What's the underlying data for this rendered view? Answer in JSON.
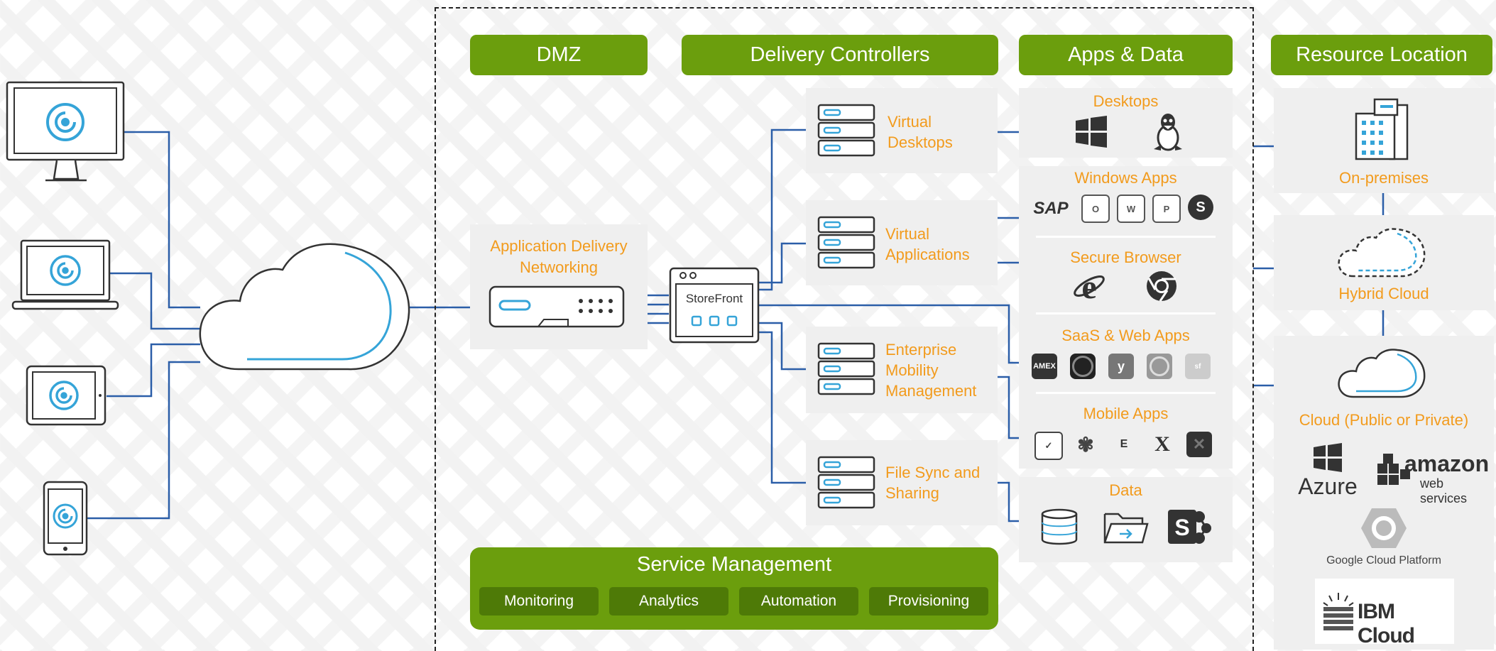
{
  "headers": {
    "dmz": "DMZ",
    "delivery_controllers": "Delivery Controllers",
    "apps_data": "Apps & Data",
    "resource_location": "Resource Location"
  },
  "dmz": {
    "adn_label": "Application Delivery Networking"
  },
  "storefront": {
    "label": "StoreFront"
  },
  "controllers": [
    {
      "label": "Virtual Desktops"
    },
    {
      "label": "Virtual Applications"
    },
    {
      "label": "Enterprise Mobility Management"
    },
    {
      "label": "File Sync and Sharing"
    }
  ],
  "apps": {
    "desktops": "Desktops",
    "windows_apps": "Windows Apps",
    "secure_browser": "Secure Browser",
    "saas_web_apps": "SaaS & Web Apps",
    "mobile_apps": "Mobile Apps",
    "data": "Data",
    "sap_logo": "SAP",
    "amex_logo": "AMEX"
  },
  "resource": {
    "on_premises": "On-premises",
    "hybrid_cloud": "Hybrid Cloud",
    "cloud": "Cloud (Public or Private)",
    "azure": "Azure",
    "aws_amazon": "amazon",
    "aws_ws": "web services",
    "google": "Google Cloud Platform",
    "ibm": "IBM Cloud"
  },
  "service_management": {
    "title": "Service Management",
    "items": [
      "Monitoring",
      "Analytics",
      "Automation",
      "Provisioning"
    ]
  },
  "colors": {
    "green": "#6b9e0d",
    "dark_green": "#4e7a07",
    "orange": "#f29b1d",
    "wire_blue": "#2b5ea8",
    "accent_blue": "#35a4d8"
  },
  "icons": [
    "citrix-receiver-icon",
    "cloud-icon",
    "server-stack-icon",
    "windows-icon",
    "linux-icon",
    "internet-explorer-icon",
    "chrome-icon",
    "database-icon",
    "folder-icon",
    "sharepoint-icon",
    "building-icon"
  ]
}
